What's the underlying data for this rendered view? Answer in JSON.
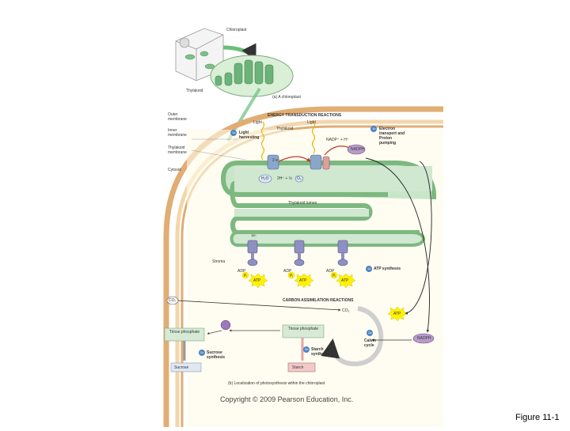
{
  "figure": {
    "label": "Figure 11-1",
    "copyright": "Copyright © 2009 Pearson Education, Inc."
  },
  "panel_a": {
    "chloroplast_label": "Chloroplast",
    "thylakoid_label": "Thylakoid",
    "caption": "(a) A chloroplast"
  },
  "panel_b": {
    "caption": "(b) Localization of photosynthesis within the chloroplast",
    "left_labels": {
      "outer_membrane": "Outer membrane",
      "inner_membrane": "Inner membrane",
      "thylakoid_membrane": "Thylakoid membrane",
      "cytosol": "Cytosol",
      "stroma": "Stroma"
    },
    "energy_header": "ENERGY TRANSDUCTION REACTIONS",
    "carbon_header": "CARBON ASSIMILATION REACTIONS",
    "light": "Light",
    "thylakoid_inner": "Thylakoid",
    "thylakoid_lumen": "Thylakoid lumen",
    "steps": {
      "s1a_num": "1a",
      "s1a": "Light harvesting",
      "s1b_num": "1b",
      "s1b": "Electron transport and Proton pumping",
      "s1c_num": "1c",
      "s1c": "ATP synthesis",
      "s2a_num": "2a",
      "s2a": "Calvin cycle",
      "s2b_num": "2b",
      "s2b": "Starch synthesis",
      "s2c_num": "2c",
      "s2c": "Sucrose synthesis"
    },
    "molecules": {
      "nadph": "NADPH",
      "nadp_plus": "NADP⁺ + H⁺",
      "h2o": "H₂O",
      "o2": "O₂",
      "half_o2": "2H⁺ + ½",
      "adp": "ADP",
      "pi": "Pᵢ",
      "atp": "ATP",
      "co2": "CO₂",
      "h_plus": "H⁺",
      "e_minus": "2 e⁻",
      "triose_phosphate": "Triose phosphate",
      "starch": "Starch",
      "sucrose": "Sucrose",
      "nadph_plus": "NADPH"
    }
  }
}
